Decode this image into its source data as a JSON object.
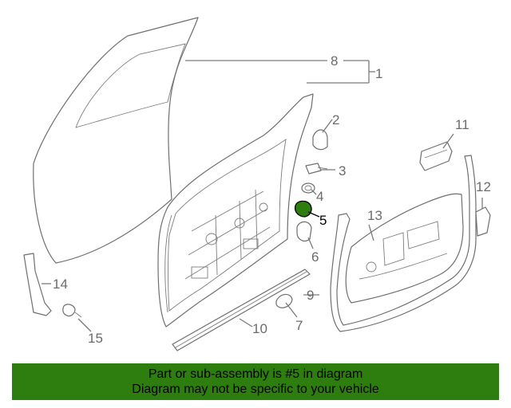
{
  "diagram": {
    "callouts": [
      {
        "id": "1",
        "label": "1"
      },
      {
        "id": "2",
        "label": "2"
      },
      {
        "id": "3",
        "label": "3"
      },
      {
        "id": "4",
        "label": "4"
      },
      {
        "id": "5",
        "label": "5"
      },
      {
        "id": "6",
        "label": "6"
      },
      {
        "id": "7",
        "label": "7"
      },
      {
        "id": "8",
        "label": "8"
      },
      {
        "id": "9",
        "label": "9"
      },
      {
        "id": "10",
        "label": "10"
      },
      {
        "id": "11",
        "label": "11"
      },
      {
        "id": "12",
        "label": "12"
      },
      {
        "id": "13",
        "label": "13"
      },
      {
        "id": "14",
        "label": "14"
      },
      {
        "id": "15",
        "label": "15"
      }
    ],
    "highlighted_part": "5",
    "highlight_color": "#2e7d0f"
  },
  "banner": {
    "line1": "Part or sub-assembly is #5 in diagram",
    "line2": "Diagram may not be specific to your vehicle",
    "background": "#2e7d0f"
  }
}
